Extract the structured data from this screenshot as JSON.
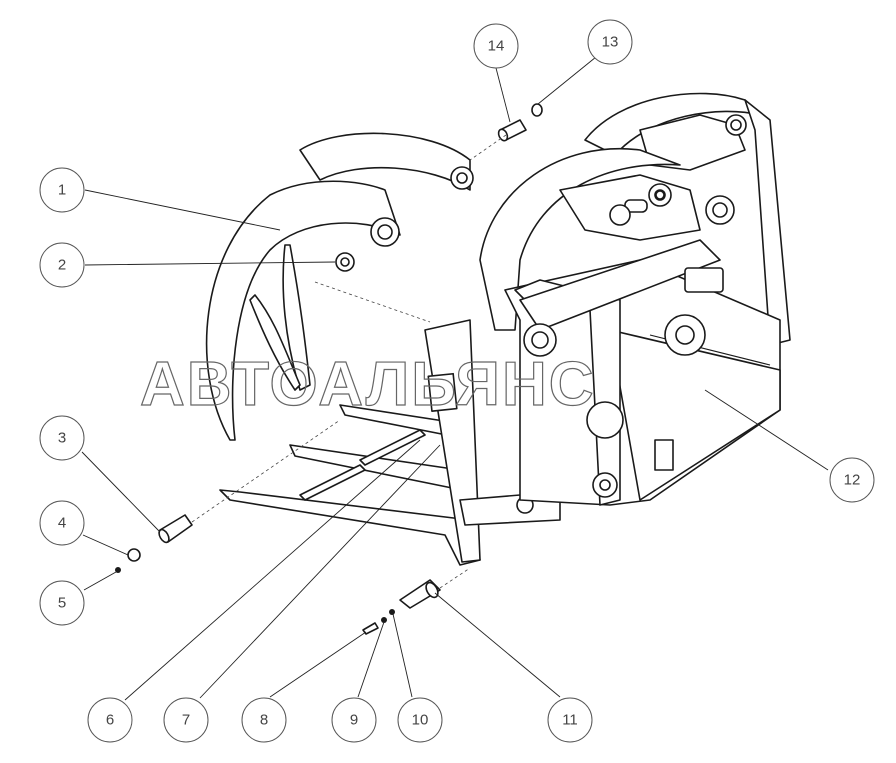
{
  "watermark": "АВТОАЛЬЯНС",
  "callouts": [
    {
      "label": "1"
    },
    {
      "label": "2"
    },
    {
      "label": "3"
    },
    {
      "label": "4"
    },
    {
      "label": "5"
    },
    {
      "label": "6"
    },
    {
      "label": "7"
    },
    {
      "label": "8"
    },
    {
      "label": "9"
    },
    {
      "label": "10"
    },
    {
      "label": "11"
    },
    {
      "label": "12"
    },
    {
      "label": "13"
    },
    {
      "label": "14"
    }
  ]
}
